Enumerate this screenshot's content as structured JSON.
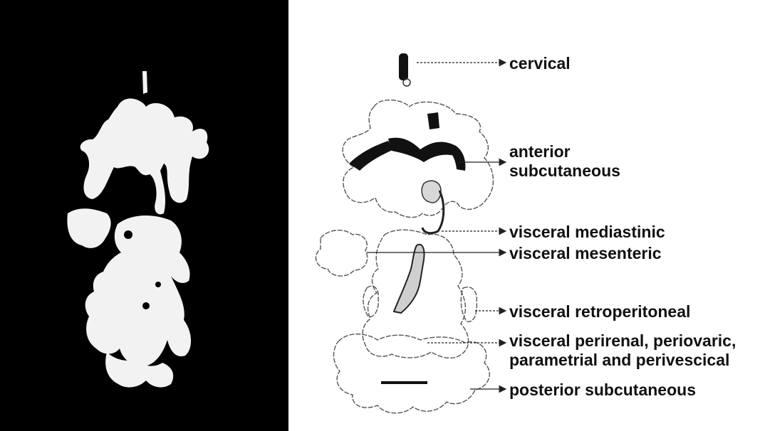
{
  "labels": {
    "cervical": "cervical",
    "anterior_subcutaneous": [
      "anterior",
      "subcutaneous"
    ],
    "visceral_mediastinic": "visceral mediastinic",
    "visceral_mesenteric": "visceral mesenteric",
    "visceral_retroperitoneal": "visceral retroperitoneal",
    "visceral_perirenal": [
      "visceral perirenal, periovaric,",
      "parametrial and perivescical"
    ],
    "posterior_subcutaneous": "posterior subcutaneous"
  },
  "colors": {
    "scan_background": "#000000",
    "tissue": "#ffffff",
    "outline": "#555555",
    "region_fill": "#111111",
    "arrow": "#222222"
  }
}
